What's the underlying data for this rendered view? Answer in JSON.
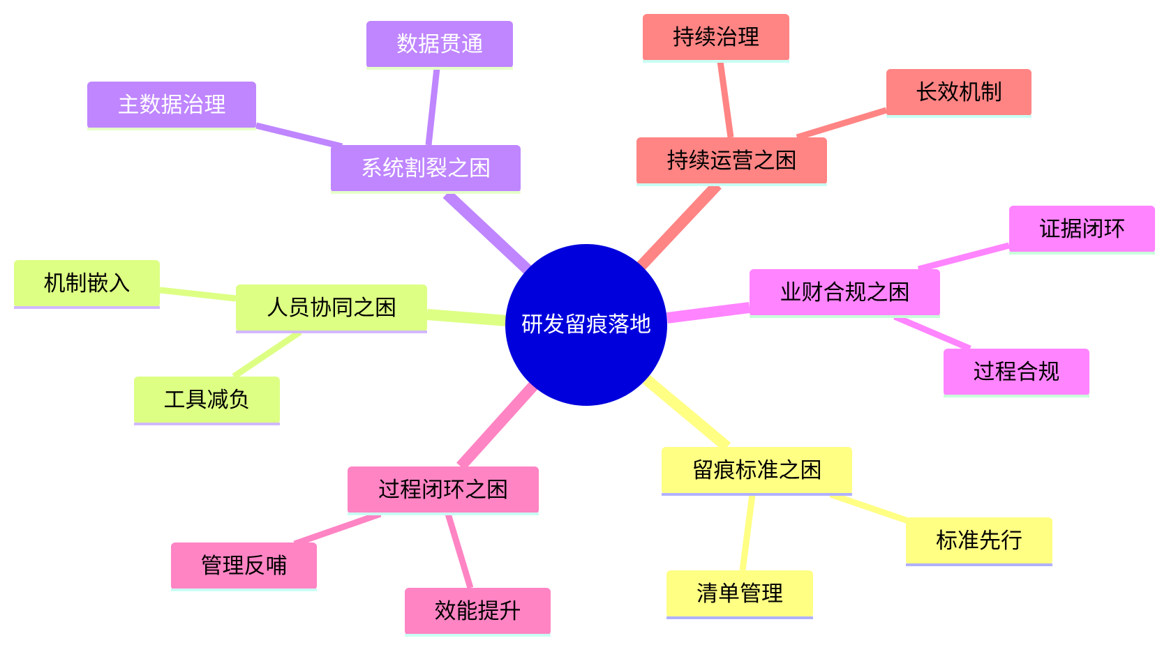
{
  "root": {
    "label": "研发留痕落地",
    "color": "#0000dd",
    "text_color": "#ffffff"
  },
  "branches": [
    {
      "id": "system",
      "label": "系统割裂之困",
      "color": "#bf86ff",
      "text_color": "#ffffff",
      "underline": "#e6ffc8",
      "children": [
        {
          "label": "数据贯通",
          "text_color": "#ffffff"
        },
        {
          "label": "主数据治理",
          "text_color": "#ffffff"
        }
      ]
    },
    {
      "id": "ops",
      "label": "持续运营之困",
      "color": "#ff8484",
      "text_color": "#000000",
      "underline": "#c9fff4",
      "children": [
        {
          "label": "持续治理",
          "text_color": "#000000"
        },
        {
          "label": "长效机制",
          "text_color": "#000000"
        }
      ]
    },
    {
      "id": "compliance",
      "label": "业财合规之困",
      "color": "#ff84ff",
      "text_color": "#000000",
      "underline": "#c9ffdb",
      "children": [
        {
          "label": "证据闭环",
          "text_color": "#000000"
        },
        {
          "label": "过程合规",
          "text_color": "#000000"
        }
      ]
    },
    {
      "id": "standard",
      "label": "留痕标准之困",
      "color": "#ffff84",
      "text_color": "#000000",
      "underline": "#b1b1ff",
      "children": [
        {
          "label": "标准先行",
          "text_color": "#000000"
        },
        {
          "label": "清单管理",
          "text_color": "#000000"
        }
      ]
    },
    {
      "id": "process",
      "label": "过程闭环之困",
      "color": "#ff84c4",
      "text_color": "#000000",
      "underline": "#c9fff4",
      "children": [
        {
          "label": "管理反哺",
          "text_color": "#000000"
        },
        {
          "label": "效能提升",
          "text_color": "#000000"
        }
      ]
    },
    {
      "id": "people",
      "label": "人员协同之困",
      "color": "#ddff84",
      "text_color": "#000000",
      "underline": "#d2b8ff",
      "children": [
        {
          "label": "机制嵌入",
          "text_color": "#000000"
        },
        {
          "label": "工具减负",
          "text_color": "#000000"
        }
      ]
    }
  ]
}
